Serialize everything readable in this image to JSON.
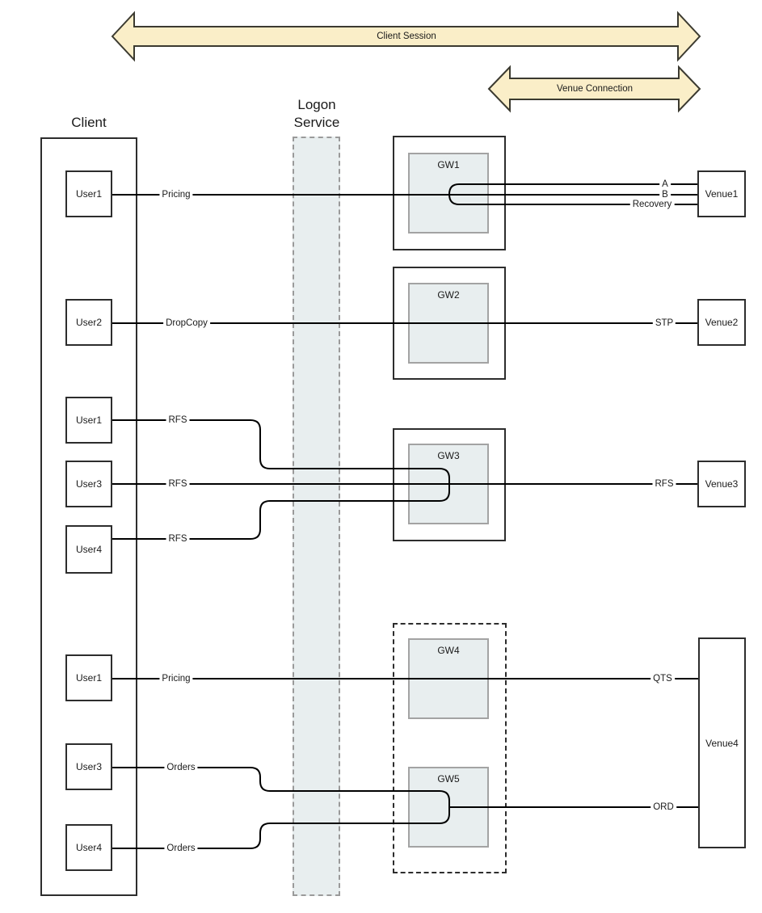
{
  "arrows": {
    "client_session": "Client Session",
    "venue_connection": "Venue Connection"
  },
  "client": {
    "title": "Client",
    "users": [
      "User1",
      "User2",
      "User1",
      "User3",
      "User4",
      "User1",
      "User3",
      "User4"
    ]
  },
  "logon_service": {
    "title_line1": "Logon",
    "title_line2": "Service"
  },
  "gateways": [
    "GW1",
    "GW2",
    "GW3",
    "GW4",
    "GW5"
  ],
  "venues": [
    "Venue1",
    "Venue2",
    "Venue3",
    "Venue4"
  ],
  "line_labels": {
    "pricing_top": "Pricing",
    "dropcopy": "DropCopy",
    "rfs_user1": "RFS",
    "rfs_user3": "RFS",
    "rfs_user4": "RFS",
    "pricing_bottom": "Pricing",
    "orders_user3": "Orders",
    "orders_user4": "Orders",
    "a": "A",
    "b": "B",
    "recovery": "Recovery",
    "stp": "STP",
    "rfs_venue": "RFS",
    "qts": "QTS",
    "ord": "ORD"
  },
  "colors": {
    "arrow_fill": "#faeec8",
    "arrow_stroke": "#3b3a30",
    "shaded_fill": "#e8eeef",
    "shaded_stroke": "#a3a3a3",
    "line_color": "#000000",
    "box_stroke": "#2d2d2d"
  }
}
